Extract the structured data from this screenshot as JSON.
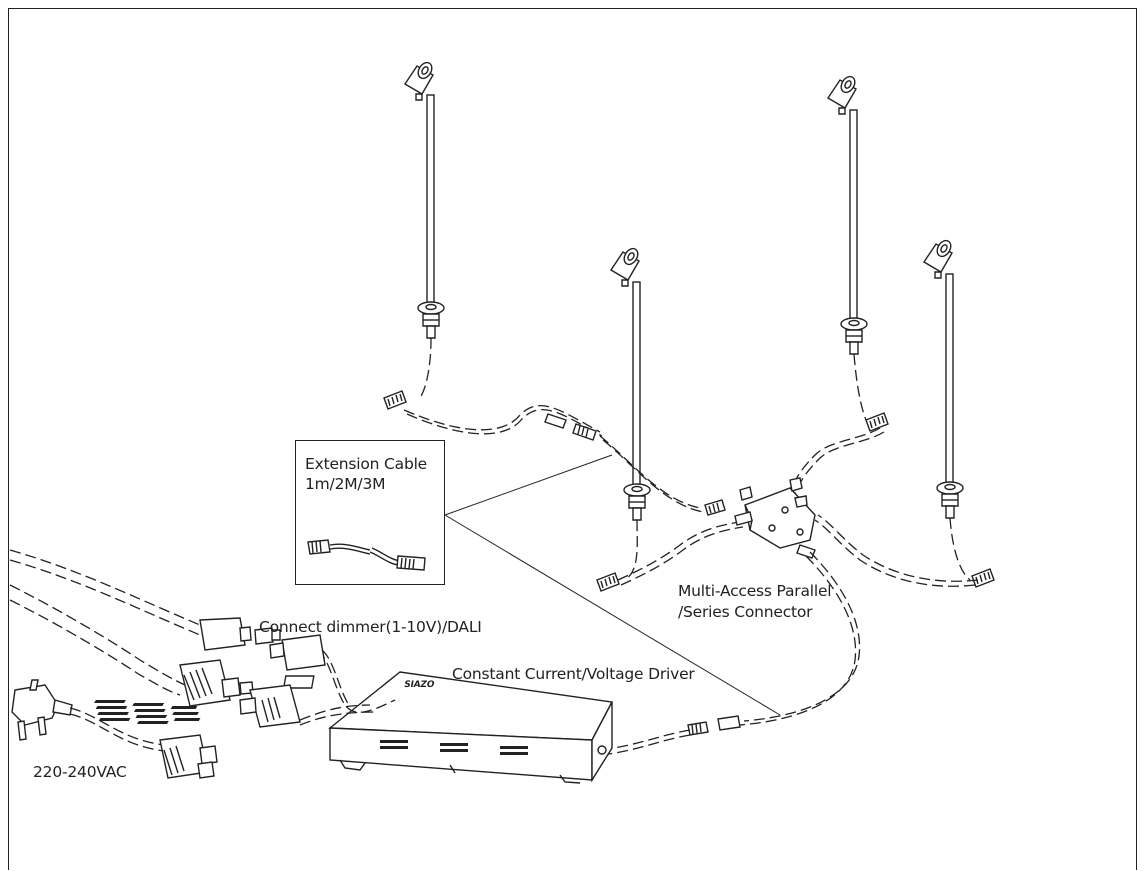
{
  "labels": {
    "extension_cable_line1": "Extension Cable",
    "extension_cable_line2": "1m/2M/3M",
    "dimmer": "Connect dimmer(1-10V)/DALI",
    "driver": "Constant Current/Voltage Driver",
    "connector_line1": "Multi-Access Parallel",
    "connector_line2": "/Series Connector",
    "mains": "220-240VAC",
    "driver_brand": "SIAZO"
  },
  "icons": {
    "spotlight": "spotlight-icon",
    "plug": "mains-plug-icon",
    "driver": "driver-box-icon",
    "hub": "connector-hub-icon"
  }
}
